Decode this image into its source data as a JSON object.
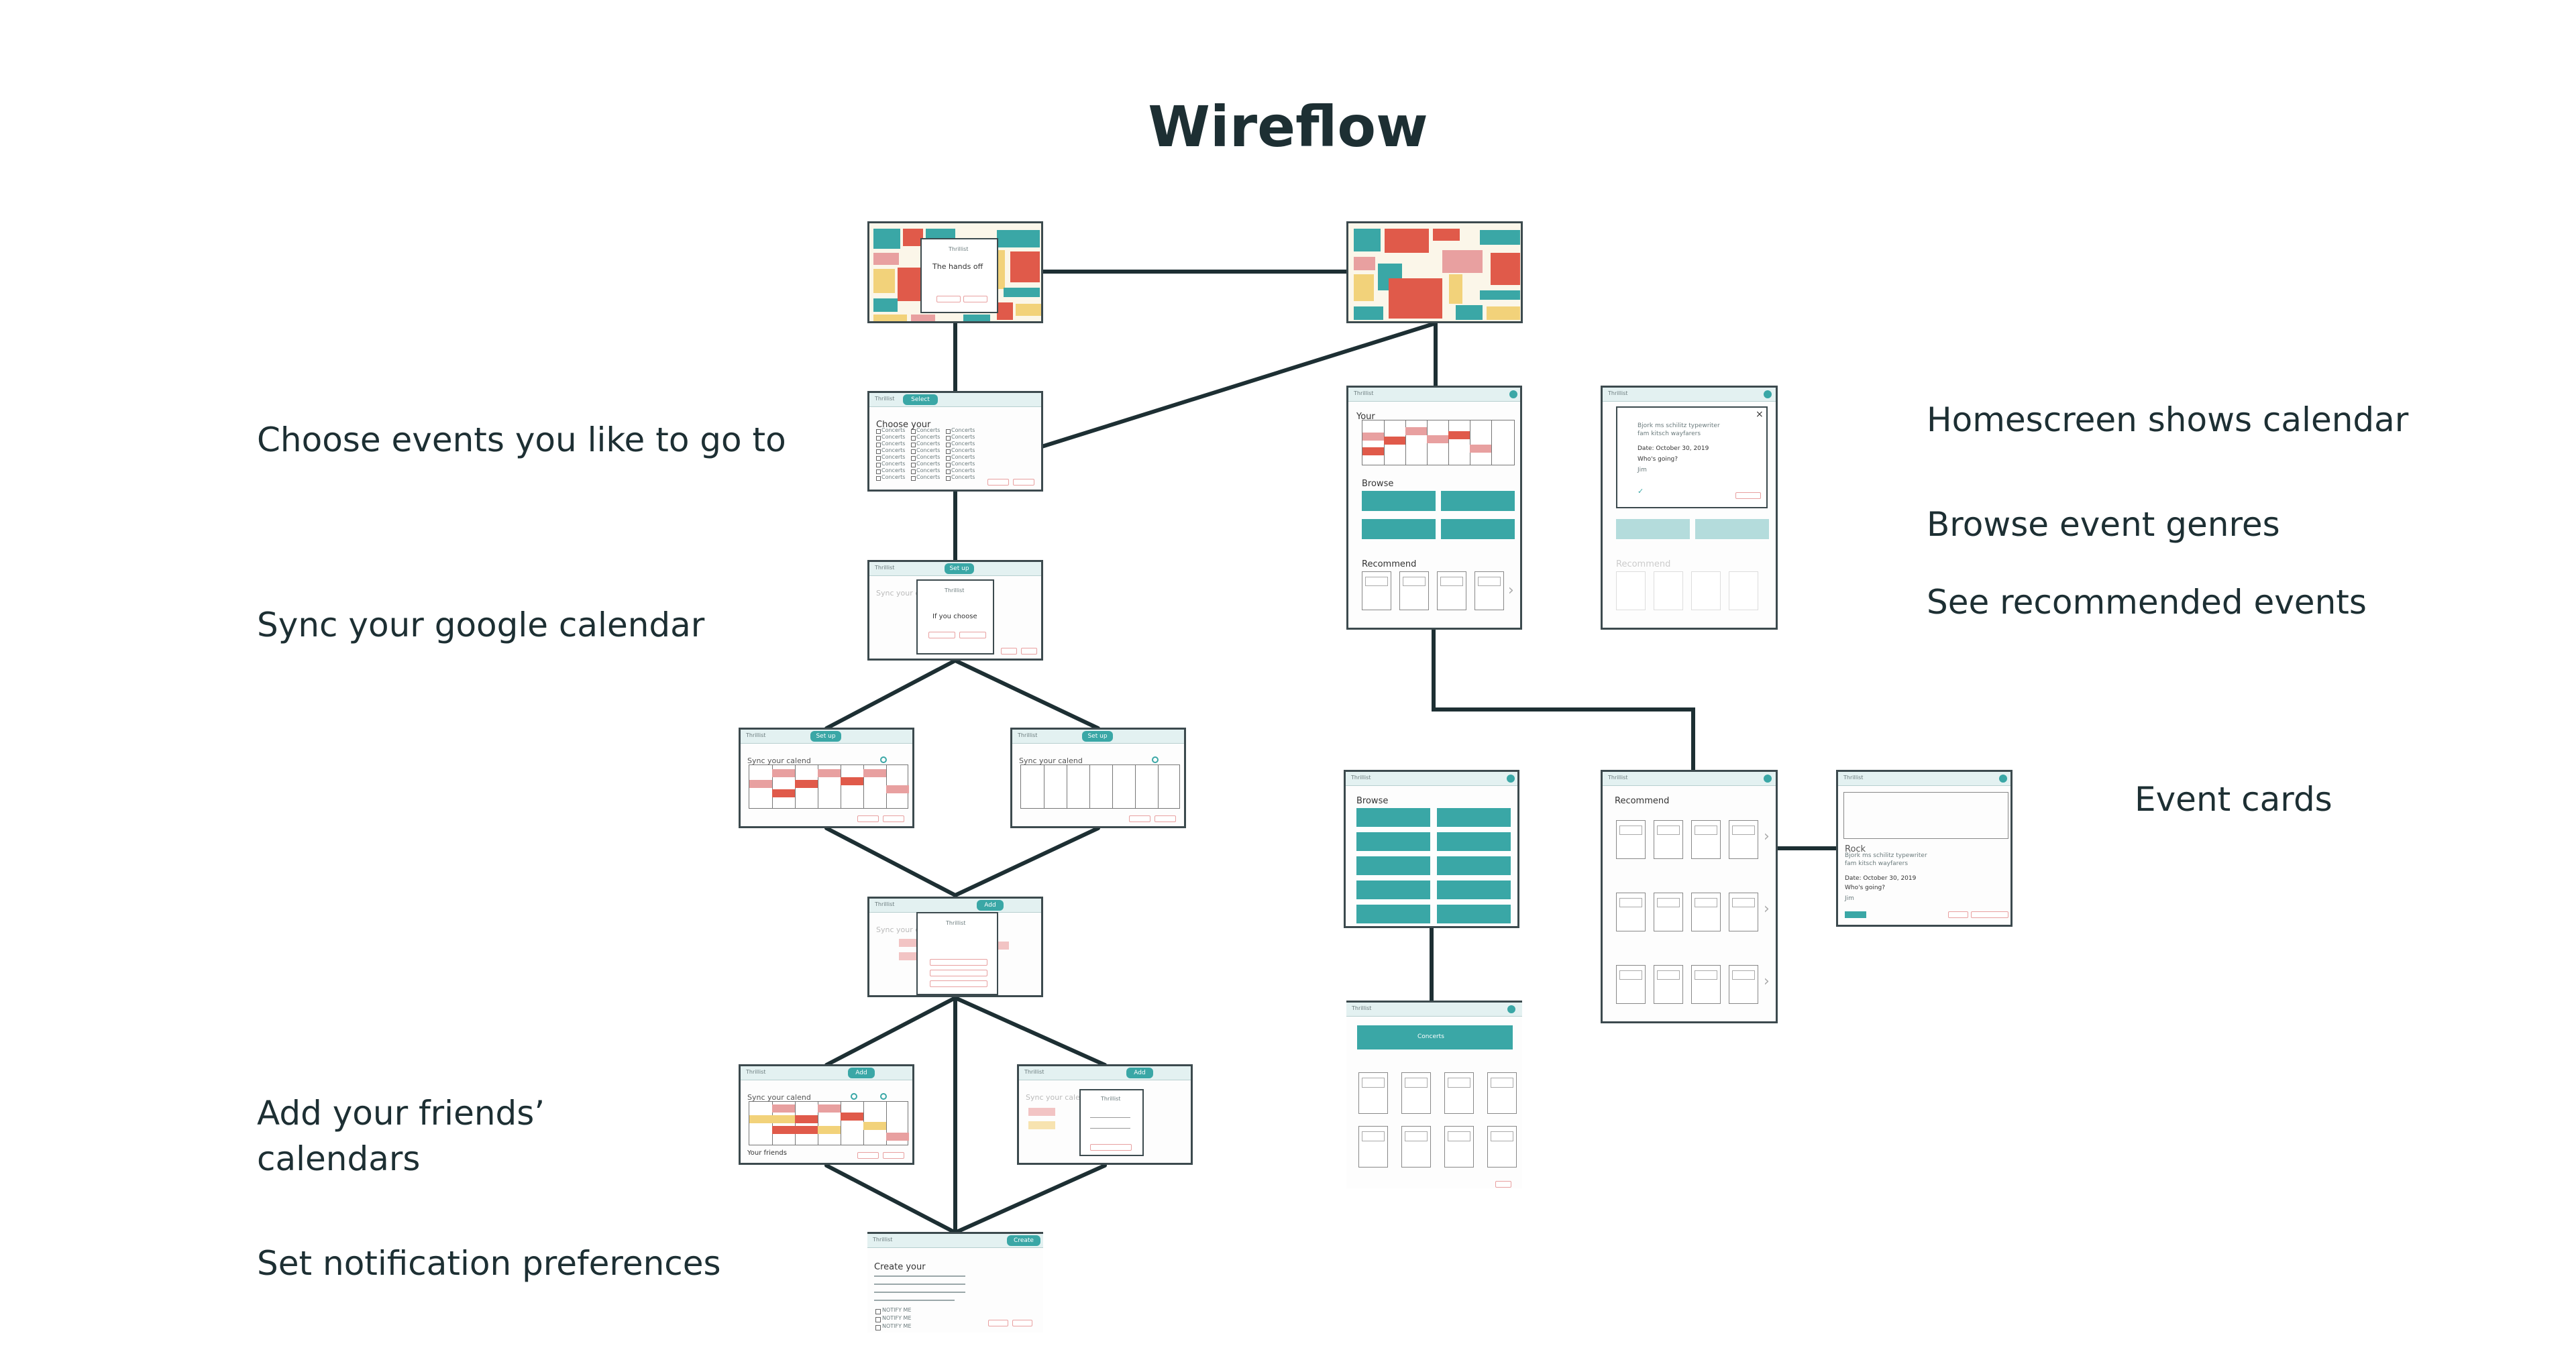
{
  "page": {
    "title": "Wireflow"
  },
  "labels": {
    "choose_events": "Choose events you like to go to",
    "sync_calendar": "Sync your google calendar",
    "add_friends_line1": "Add your friends’",
    "add_friends_line2": "calendars",
    "set_notifications": "Set notification preferences",
    "homescreen": "Homescreen shows calendar",
    "browse_genres": "Browse event genres",
    "see_recommended": "See recommended events",
    "event_cards": "Event cards"
  },
  "screens": {
    "brand": "Thrillist",
    "splash_message": "The hands off",
    "choose_header": "Choose your",
    "concerts_item": "Concerts",
    "select_pill": "Select",
    "sync_modal_text": "If you choose",
    "set_up_pill": "Set up",
    "add_pill": "Add",
    "create_pill": "Create",
    "sync_heading": "Sync your calend",
    "friends_label": "Your friends",
    "your_label": "Your",
    "browse_label": "Browse",
    "recommend_label": "Recommend",
    "create_your": "Create your",
    "notify_me": "NOTIFY ME",
    "event_title_line1": "Bjork ms schilitz typewriter",
    "event_title_line2": "fam kitsch wayfarers",
    "event_date": "Date: October 30, 2019",
    "whos_going": "Who's going?",
    "attendee": "Jim",
    "rock_label": "Rock",
    "genre_header": "Concerts"
  },
  "colors": {
    "teal": "#3aa7a6",
    "red": "#e05a4a",
    "pink": "#e8a0a0",
    "yellow": "#f2d27a",
    "line": "#1d2f33"
  }
}
